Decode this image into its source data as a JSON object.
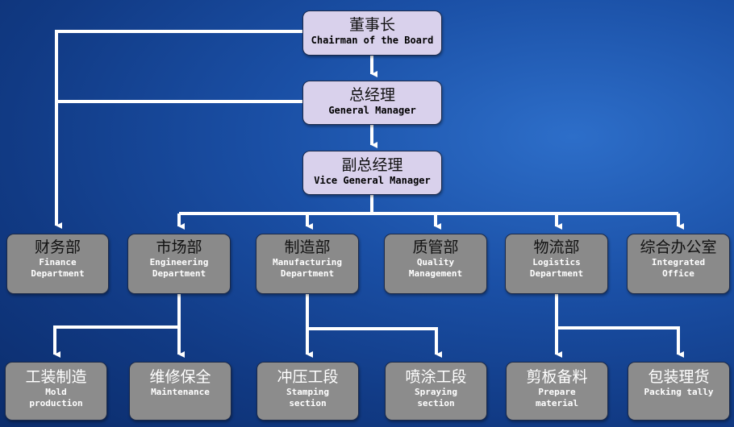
{
  "chart": {
    "top_level": [
      {
        "zh": "董事长",
        "en": "Chairman of the Board"
      },
      {
        "zh": "总经理",
        "en": "General Manager"
      },
      {
        "zh": "副总经理",
        "en": "Vice General Manager"
      }
    ],
    "departments": [
      {
        "zh": "财务部",
        "en": "Finance\nDepartment"
      },
      {
        "zh": "市场部",
        "en": "Engineering\nDepartment"
      },
      {
        "zh": "制造部",
        "en": "Manufacturing\nDepartment"
      },
      {
        "zh": "质管部",
        "en": "Quality\nManagement"
      },
      {
        "zh": "物流部",
        "en": "Logistics\nDepartment"
      },
      {
        "zh": "综合办公室",
        "en": "Integrated\nOffice"
      }
    ],
    "sections": [
      {
        "zh": "工装制造",
        "en": "Mold\nproduction"
      },
      {
        "zh": "维修保全",
        "en": "Maintenance"
      },
      {
        "zh": "冲压工段",
        "en": "Stamping\nsection"
      },
      {
        "zh": "喷涂工段",
        "en": "Spraying\nsection"
      },
      {
        "zh": "剪板备料",
        "en": "Prepare\nmaterial"
      },
      {
        "zh": "包装理货",
        "en": "Packing tally"
      }
    ]
  },
  "colors": {
    "background": "#1a4fa5",
    "top_box": "#d9d1ec",
    "dept_box": "#8a8a8a",
    "connector": "#ffffff"
  }
}
